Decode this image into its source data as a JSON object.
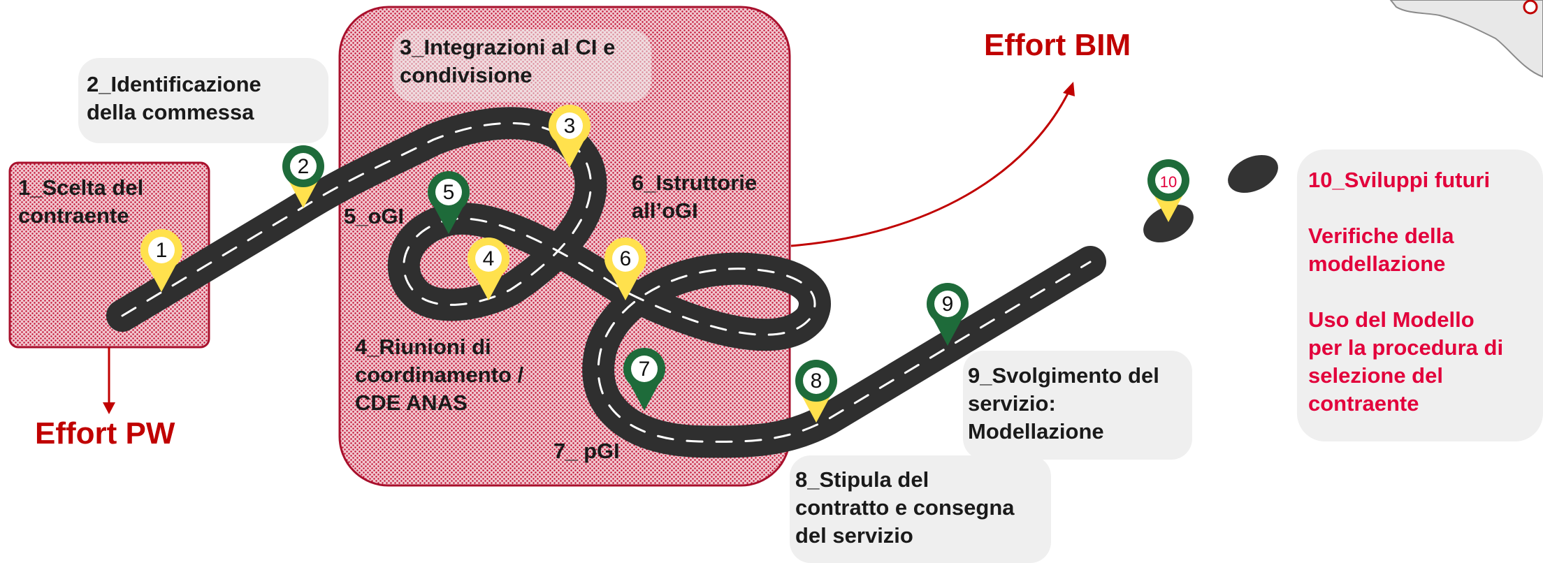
{
  "diagram": {
    "effort_pw": "Effort PW",
    "effort_bim": "Effort BIM",
    "steps": [
      {
        "n": "1",
        "lines": [
          "1_Scelta del",
          "contraente"
        ]
      },
      {
        "n": "2",
        "lines": [
          "2_Identificazione",
          "della commessa"
        ]
      },
      {
        "n": "3",
        "lines": [
          "3_Integrazioni al CI e",
          "condivisione"
        ]
      },
      {
        "n": "4",
        "lines": [
          "4_Riunioni di",
          "coordinamento /",
          "CDE ANAS"
        ]
      },
      {
        "n": "5",
        "lines": [
          "5_oGI"
        ]
      },
      {
        "n": "6",
        "lines": [
          "6_Istruttorie",
          "all’oGI"
        ]
      },
      {
        "n": "7",
        "lines": [
          "7_ pGI"
        ]
      },
      {
        "n": "8",
        "lines": [
          "8_Stipula del",
          "contratto e consegna",
          "del servizio"
        ]
      },
      {
        "n": "9",
        "lines": [
          "9_Svolgimento del",
          "servizio:",
          "Modellazione"
        ]
      },
      {
        "n": "10",
        "lines": [
          "10_Sviluppi futuri"
        ]
      }
    ],
    "future_items": [
      "Verifiche della",
      "modellazione",
      "Uso del Modello",
      "per la procedura di",
      "selezione del",
      "contraente"
    ],
    "colors": {
      "accent_red": "#c00000",
      "future_red": "#e2003b",
      "road": "#333333",
      "pin_yellow": "#ffe14d",
      "pin_green": "#1e6b3a",
      "box_gray": "#efefef"
    }
  }
}
